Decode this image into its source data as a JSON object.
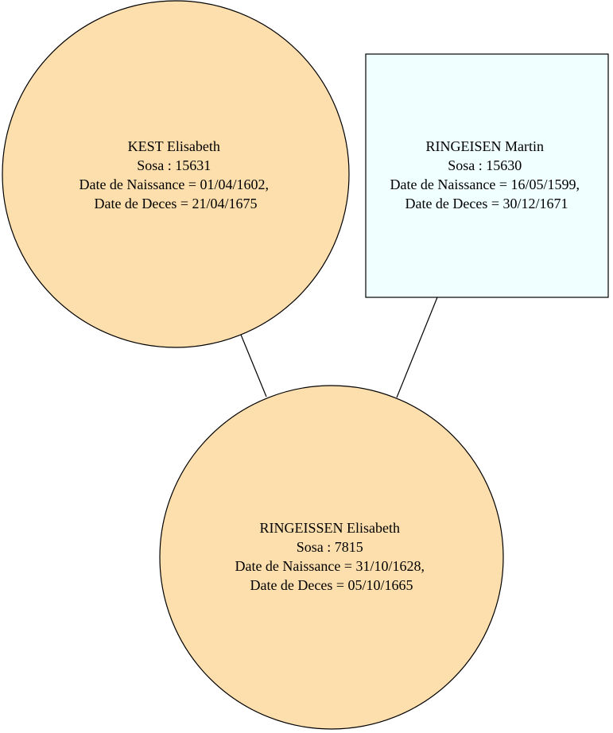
{
  "colors": {
    "female_fill": "#fddfad",
    "male_fill": "#f0ffff",
    "stroke": "#000000",
    "background": "#ffffff"
  },
  "people": {
    "kest": {
      "shape": "circle",
      "name": "KEST Elisabeth",
      "sosa": "Sosa : 15631",
      "birth": "Date de Naissance = 01/04/1602,",
      "death": "Date de Deces = 21/04/1675"
    },
    "martin": {
      "shape": "box",
      "name": "RINGEISEN Martin",
      "sosa": "Sosa : 15630",
      "birth": "Date de Naissance = 16/05/1599,",
      "death": "Date de Deces = 30/12/1671"
    },
    "elisabeth": {
      "shape": "circle",
      "name": "RINGEISSEN Elisabeth",
      "sosa": "Sosa : 7815",
      "birth": "Date de Naissance = 31/10/1628,",
      "death": "Date de Deces = 05/10/1665"
    }
  },
  "edges": [
    {
      "from": "kest",
      "to": "elisabeth"
    },
    {
      "from": "martin",
      "to": "elisabeth"
    }
  ]
}
